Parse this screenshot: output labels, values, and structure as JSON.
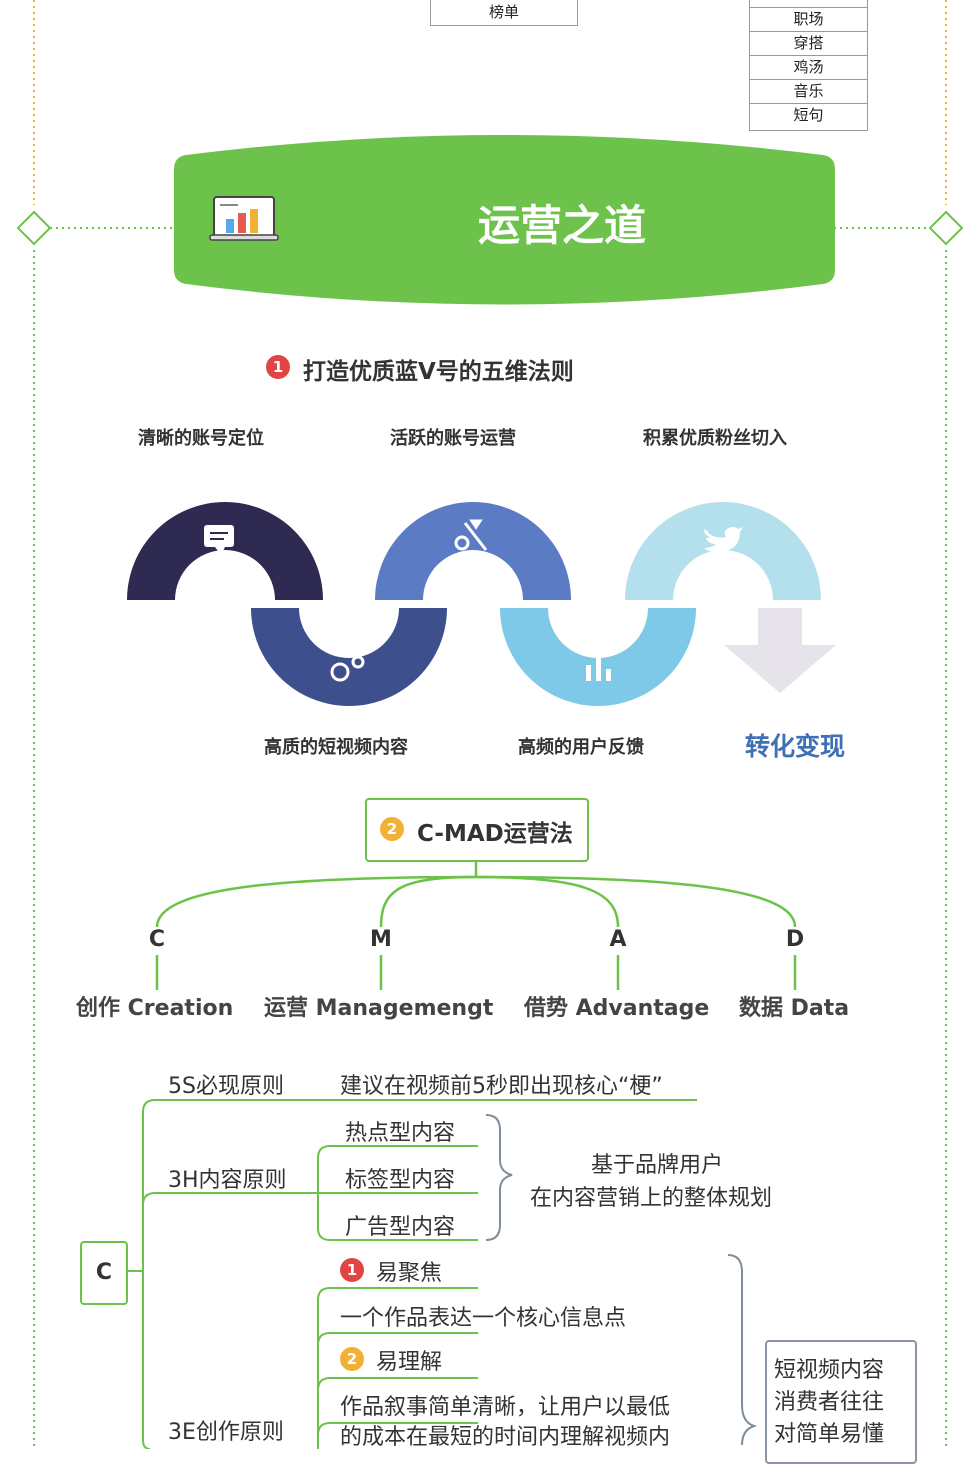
{
  "top_left_box": {
    "items": [
      "榜单"
    ]
  },
  "top_right_box": {
    "items": [
      "职场",
      "穿搭",
      "鸡汤",
      "音乐",
      "短句"
    ]
  },
  "banner": {
    "title": "运营之道"
  },
  "section1": {
    "number": "1",
    "title": "打造优质蓝V号的五维法则",
    "top_labels": [
      "清晰的账号定位",
      "活跃的账号运营",
      "积累优质粉丝切入"
    ],
    "bottom_labels": [
      "高质的短视频内容",
      "高频的用户反馈"
    ],
    "result": "转化变现"
  },
  "section2": {
    "number": "2",
    "title": "C-MAD运营法",
    "letters": [
      "C",
      "M",
      "A",
      "D"
    ],
    "labels": [
      "创作 Creation",
      "运营 Managemengt",
      "借势 Advantage",
      "数据 Data"
    ]
  },
  "tree": {
    "root": "C",
    "principle_5s": "5S必现原则",
    "principle_5s_desc": "建议在视频前5秒即出现核心“梗”",
    "principle_3h": "3H内容原则",
    "h_items": [
      "热点型内容",
      "标签型内容",
      "广告型内容"
    ],
    "h_desc_line1": "基于品牌用户",
    "h_desc_line2": "在内容营销上的整体规划",
    "principle_3e": "3E创作原则",
    "e1_num": "1",
    "e1_title": "易聚焦",
    "e1_desc": "一个作品表达一个核心信息点",
    "e2_num": "2",
    "e2_title": "易理解",
    "e2_desc_line1": "作品叙事简单清晰，让用户以最低",
    "e2_desc_line2": "的成本在最短的时间内理解视频内",
    "side_note": [
      "短视频内容",
      "消费者往往",
      "对简单易懂"
    ]
  },
  "colors": {
    "green": "#6cc24a",
    "dark": "#2f2a52",
    "blue": "#5b7cc4",
    "lightblue": "#b3e0ec",
    "red": "#e04444",
    "gold": "#f2b134"
  }
}
